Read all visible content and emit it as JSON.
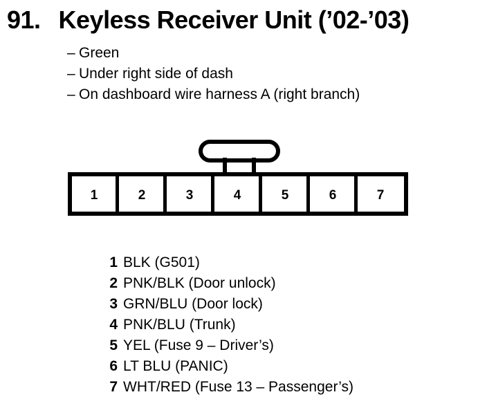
{
  "header": {
    "number": "91.",
    "title": "Keyless Receiver Unit (’02-’03)"
  },
  "notes": [
    {
      "dash": "–",
      "text": "Green"
    },
    {
      "dash": "–",
      "text": "Under right side of dash"
    },
    {
      "dash": "–",
      "text": "On dashboard wire harness A (right branch)"
    }
  ],
  "connector": {
    "pin_count": 7,
    "cavity_labels": [
      "1",
      "2",
      "3",
      "4",
      "5",
      "6",
      "7"
    ],
    "stroke_color": "#000000",
    "fill_color": "#ffffff"
  },
  "pinout": [
    {
      "pin": "1",
      "label": "BLK (G501)"
    },
    {
      "pin": "2",
      "label": "PNK/BLK (Door unlock)"
    },
    {
      "pin": "3",
      "label": "GRN/BLU (Door lock)"
    },
    {
      "pin": "4",
      "label": "PNK/BLU (Trunk)"
    },
    {
      "pin": "5",
      "label": "YEL (Fuse 9 – Driver’s)"
    },
    {
      "pin": "6",
      "label": "LT BLU (PANIC)"
    },
    {
      "pin": "7",
      "label": "WHT/RED (Fuse 13 – Passenger’s)"
    }
  ]
}
